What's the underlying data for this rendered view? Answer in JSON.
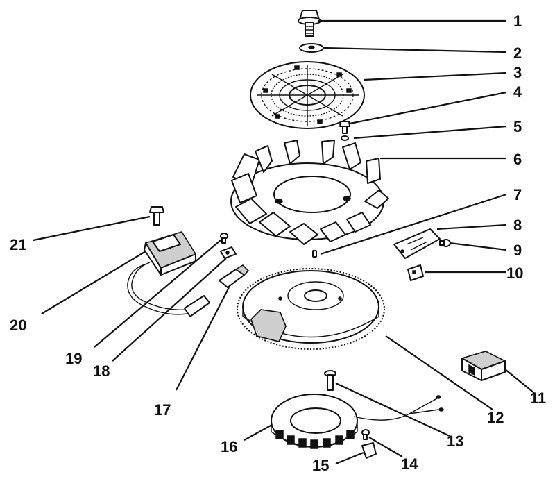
{
  "diagram": {
    "callouts": [
      "1",
      "2",
      "3",
      "4",
      "5",
      "6",
      "7",
      "8",
      "9",
      "10",
      "11",
      "12",
      "13",
      "14",
      "15",
      "16",
      "17",
      "18",
      "19",
      "20",
      "21"
    ]
  },
  "colors": {
    "ink": "#111111",
    "paper": "#ffffff",
    "shade": "#cfcfcf"
  }
}
